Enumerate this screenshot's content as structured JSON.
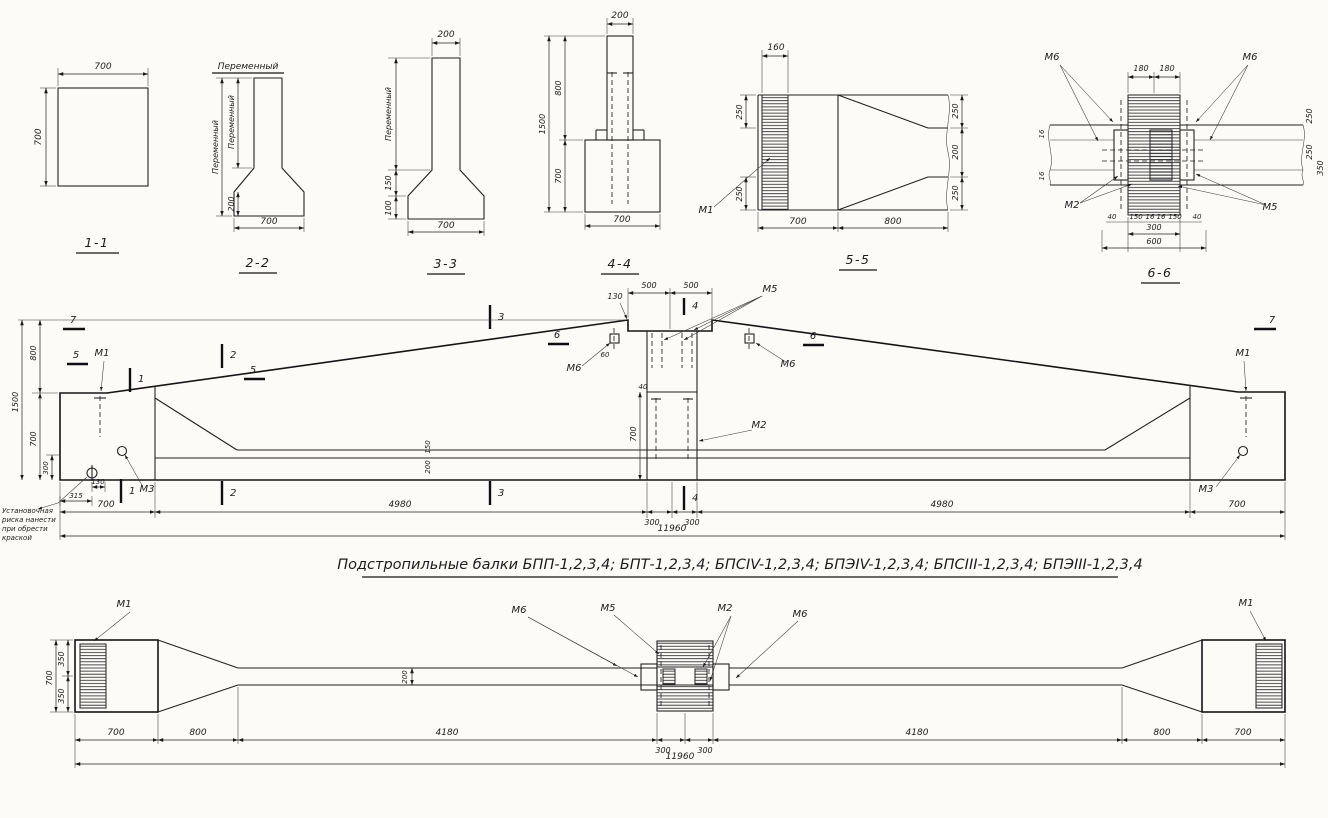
{
  "title": "Подстропильные балки БПП-1,2,3,4; БПТ-1,2,3,4; БПСIV-1,2,3,4; БПЭIV-1,2,3,4; БПСIII-1,2,3,4; БПЭIII-1,2,3,4",
  "note": {
    "l1": "Установочная",
    "l2": "риска нанести",
    "l3": "при обрести",
    "l4": "краской"
  },
  "labels": {
    "m1": "М1",
    "m2": "М2",
    "m3": "М3",
    "m5": "М5",
    "m6": "М6"
  },
  "cuts": {
    "c1": "1",
    "c2": "2",
    "c3": "3",
    "c4": "4",
    "c5": "5",
    "c6": "6",
    "c7": "7"
  },
  "s11": {
    "label": "1-1",
    "w": "700",
    "h": "700"
  },
  "s22": {
    "label": "2-2",
    "variable": "Переменный",
    "d200": "200",
    "d700": "700"
  },
  "s33": {
    "label": "3-3",
    "d200": "200",
    "variable": "Переменный",
    "d150": "150",
    "d100": "100",
    "d700": "700"
  },
  "s44": {
    "label": "4-4",
    "d200": "200",
    "d1500": "1500",
    "d800": "800",
    "d700": "700"
  },
  "s55": {
    "label": "5-5",
    "d160": "160",
    "d250": "250",
    "d200": "200",
    "d700": "700",
    "d800": "800"
  },
  "s66": {
    "label": "6-6",
    "d180": "180",
    "d16": "16",
    "d150": "150",
    "d40": "40",
    "d300": "300",
    "d600": "600",
    "d250": "250",
    "d350": "350"
  },
  "elev": {
    "d1500": "1500",
    "d800": "800",
    "d700": "700",
    "d300": "300",
    "d130": "130",
    "d315": "315",
    "d500": "500",
    "d60": "60",
    "d40": "40",
    "d150": "150",
    "d200": "200",
    "b700": "700",
    "b4980": "4980",
    "b300": "300",
    "b11960": "11960"
  },
  "plan": {
    "d700": "700",
    "d350": "350",
    "d200": "200",
    "b700": "700",
    "b800": "800",
    "b4180": "4180",
    "b300": "300",
    "b11960": "11960"
  }
}
